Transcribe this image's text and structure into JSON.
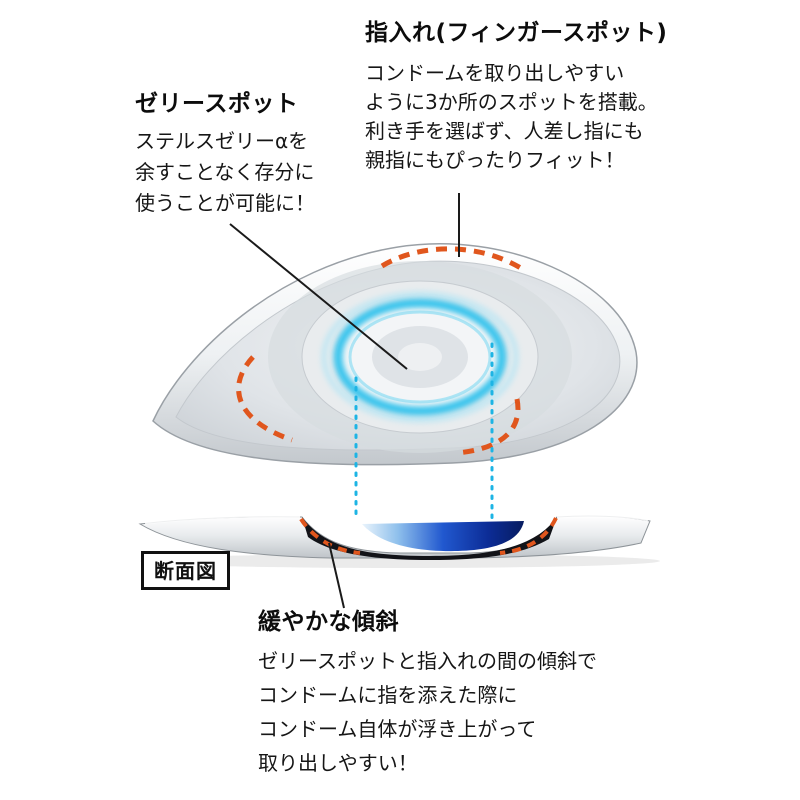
{
  "annotations": {
    "finger_spot": {
      "title": "指入れ(フィンガースポット)",
      "lines": [
        "コンドームを取り出しやすい",
        "ように3か所のスポットを搭載。",
        "利き手を選ばず、人差し指にも",
        "親指にもぴったりフィット！"
      ]
    },
    "jelly_spot": {
      "title": "ゼリースポット",
      "lines": [
        "ステルスゼリーαを",
        "余すことなく存分に",
        "使うことが可能に！"
      ]
    },
    "slope": {
      "title": "緩やかな傾斜",
      "lines": [
        "ゼリースポットと指入れの間の傾斜で",
        "コンドームに指を添えた際に",
        "コンドーム自体が浮き上がって",
        "取り出しやすい！"
      ]
    },
    "cross_section_label": "断面図"
  },
  "colors": {
    "accent_orange": "#e0561d",
    "accent_cyan": "#1db4e4",
    "glow_cyan": "#2ec1ec",
    "leader_line": "#1a1a1a"
  }
}
